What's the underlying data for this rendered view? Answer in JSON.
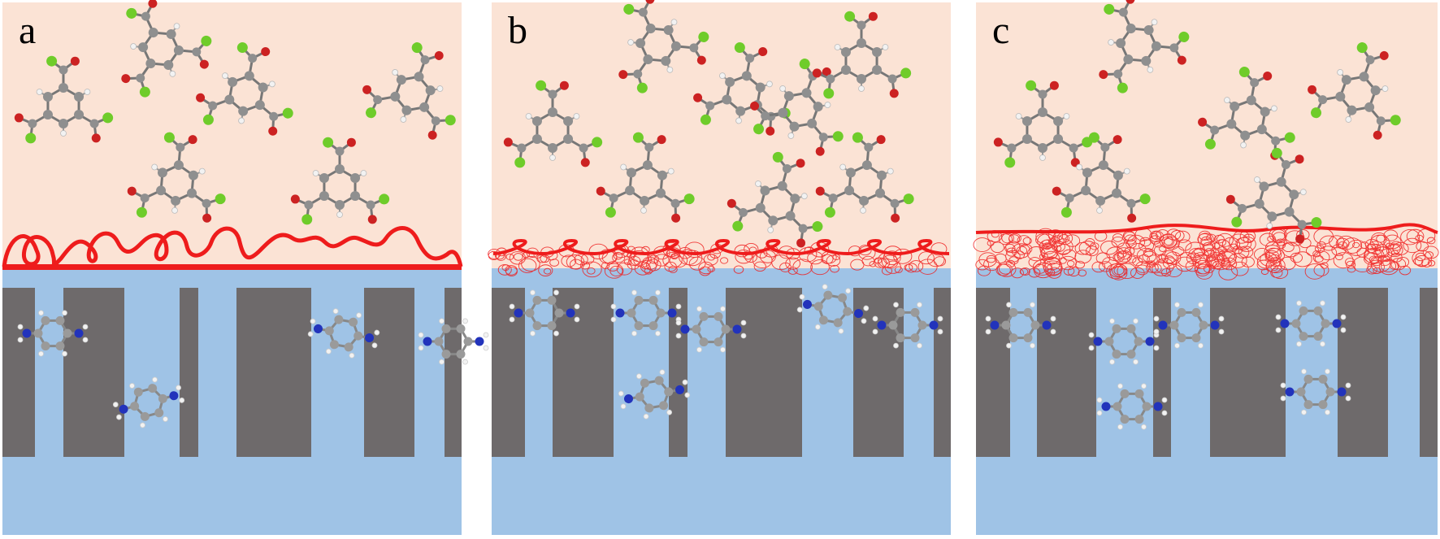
{
  "panels": [
    {
      "id": "a",
      "label": "a",
      "layer": "loose-chains"
    },
    {
      "id": "b",
      "label": "b",
      "layer": "coiled-chains"
    },
    {
      "id": "c",
      "label": "c",
      "layer": "dense-tangled-chains"
    }
  ],
  "molecules": {
    "upper_phase": "acyl-chloride-monomer",
    "lower_phase": "amine-monomer"
  },
  "colors": {
    "upper_phase": "#fbe3d5",
    "lower_phase": "#9fc3e6",
    "support": "#6e6a6b",
    "polymer": "#ee1c1c",
    "carbon": "#8f8f8f",
    "chlorine": "#6fcc2a",
    "oxygen": "#cc2222",
    "nitrogen": "#2233bb",
    "hydrogen": "#f2f2f2"
  }
}
